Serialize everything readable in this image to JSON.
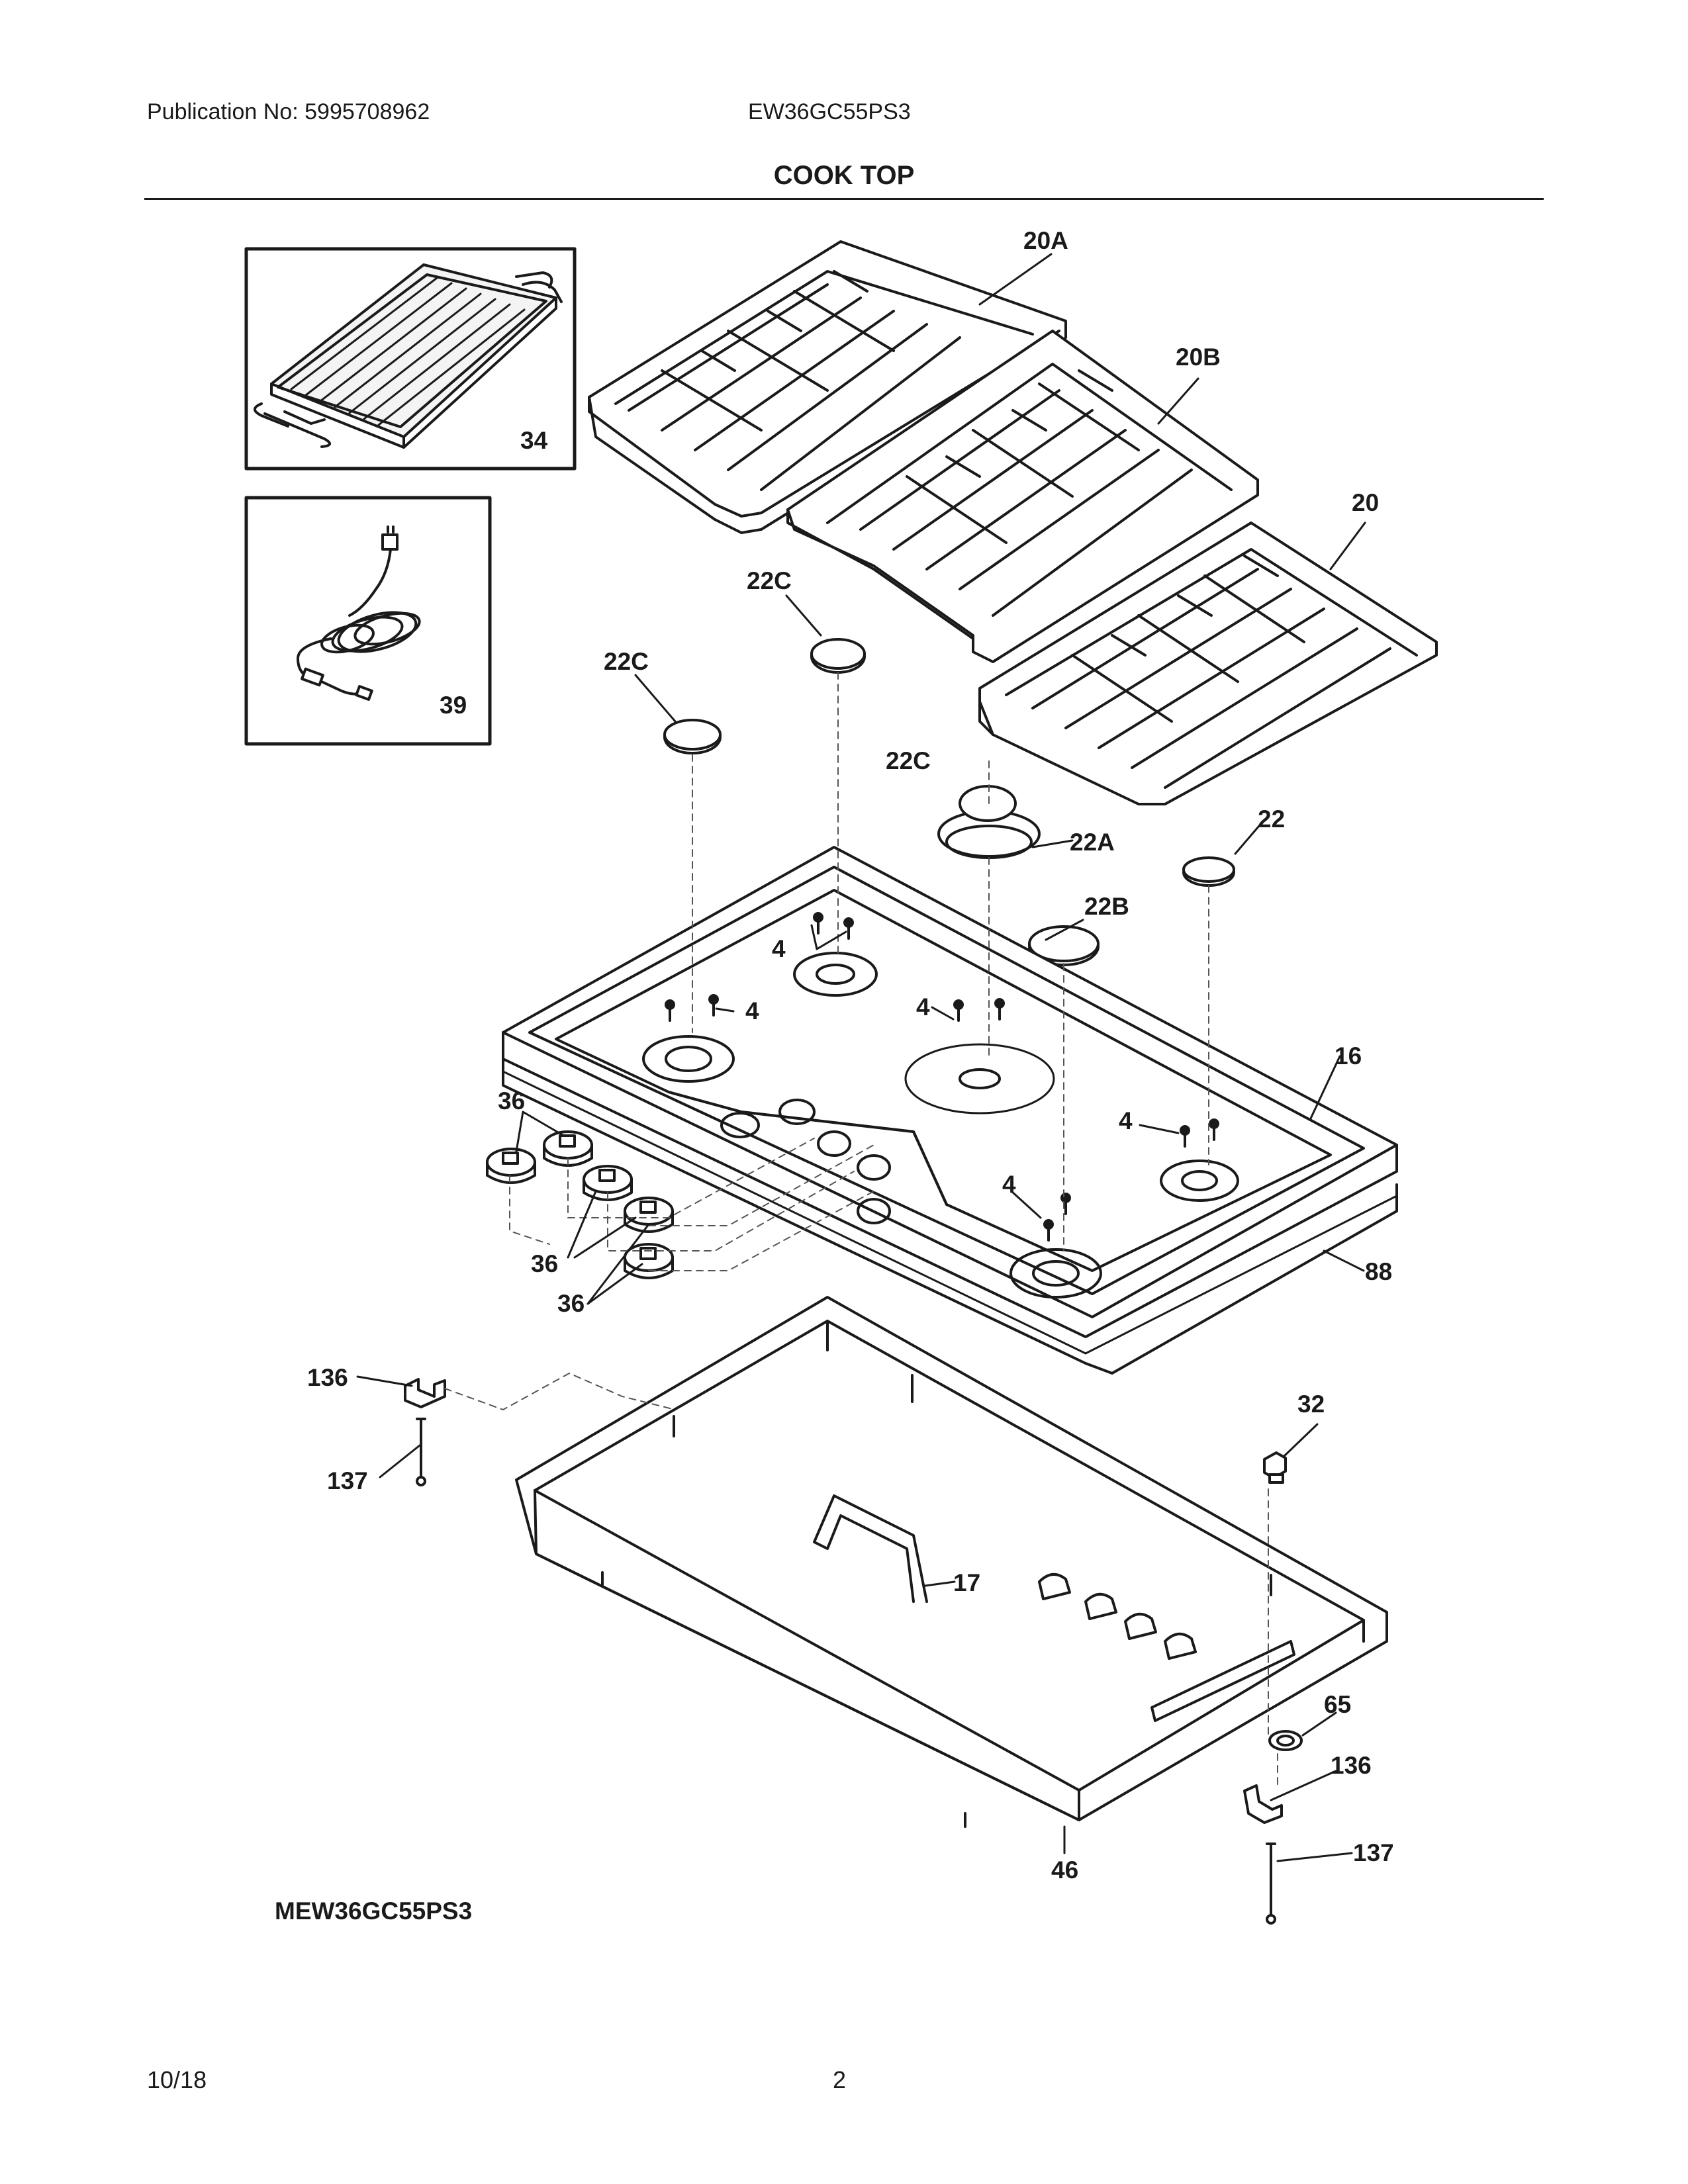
{
  "header": {
    "publication": "Publication No: 5995708962",
    "model": "EW36GC55PS3",
    "section": "COOK TOP"
  },
  "callouts": {
    "c20A": "20A",
    "c20B": "20B",
    "c20": "20",
    "c22C_a": "22C",
    "c22C_b": "22C",
    "c22C_c": "22C",
    "c22A": "22A",
    "c22": "22",
    "c22B": "22B",
    "c4_a": "4",
    "c4_b": "4",
    "c4_c": "4",
    "c4_d": "4",
    "c4_e": "4",
    "c16": "16",
    "c36_a": "36",
    "c36_b": "36",
    "c36_c": "36",
    "c88": "88",
    "c136_a": "136",
    "c137_a": "137",
    "c32": "32",
    "c17": "17",
    "c65": "65",
    "c136_b": "136",
    "c137_b": "137",
    "c46": "46",
    "c34": "34",
    "c39": "39"
  },
  "footer": {
    "variant": "MEW36GC55PS3",
    "date": "10/18",
    "page": "2"
  }
}
